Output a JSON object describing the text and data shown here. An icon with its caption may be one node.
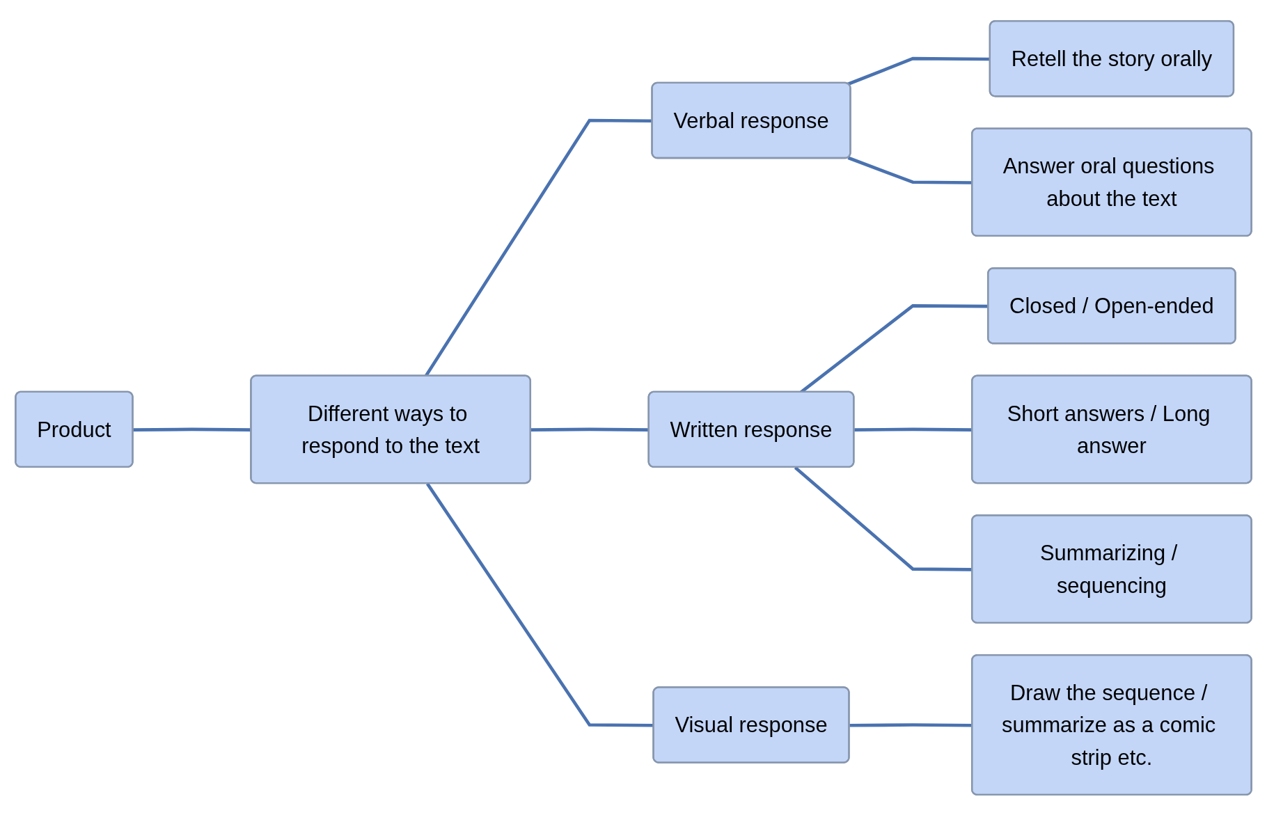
{
  "diagram": {
    "nodes": [
      {
        "text": [
          "Product"
        ]
      },
      {
        "text": [
          "Different ways to respond to the text"
        ]
      },
      {
        "text": [
          "Verbal response"
        ]
      },
      {
        "text": [
          "Retell the story orally"
        ]
      },
      {
        "text": [
          "Answer oral questions about the text"
        ]
      },
      {
        "text": [
          "Written response"
        ]
      },
      {
        "text": [
          "Closed / Open-ended"
        ]
      },
      {
        "text": [
          "Short answers / Long answer"
        ]
      },
      {
        "text": [
          "Summarizing / sequencing"
        ]
      },
      {
        "text": [
          "Visual response"
        ]
      },
      {
        "text": [
          "Draw the sequence / summarize as a comic strip etc."
        ]
      }
    ],
    "edges": [
      {
        "from": 0,
        "to": 1,
        "arrow": "none"
      },
      {
        "from": 1,
        "to": 2,
        "arrow": "none"
      },
      {
        "from": 1,
        "to": 5,
        "arrow": "none"
      },
      {
        "from": 1,
        "to": 9,
        "arrow": "none"
      },
      {
        "from": 2,
        "to": 3,
        "arrow": "none"
      },
      {
        "from": 2,
        "to": 4,
        "arrow": "none"
      },
      {
        "from": 5,
        "to": 6,
        "arrow": "none"
      },
      {
        "from": 5,
        "to": 7,
        "arrow": "none"
      },
      {
        "from": 5,
        "to": 8,
        "arrow": "none"
      },
      {
        "from": 9,
        "to": 10,
        "arrow": "none"
      }
    ]
  }
}
